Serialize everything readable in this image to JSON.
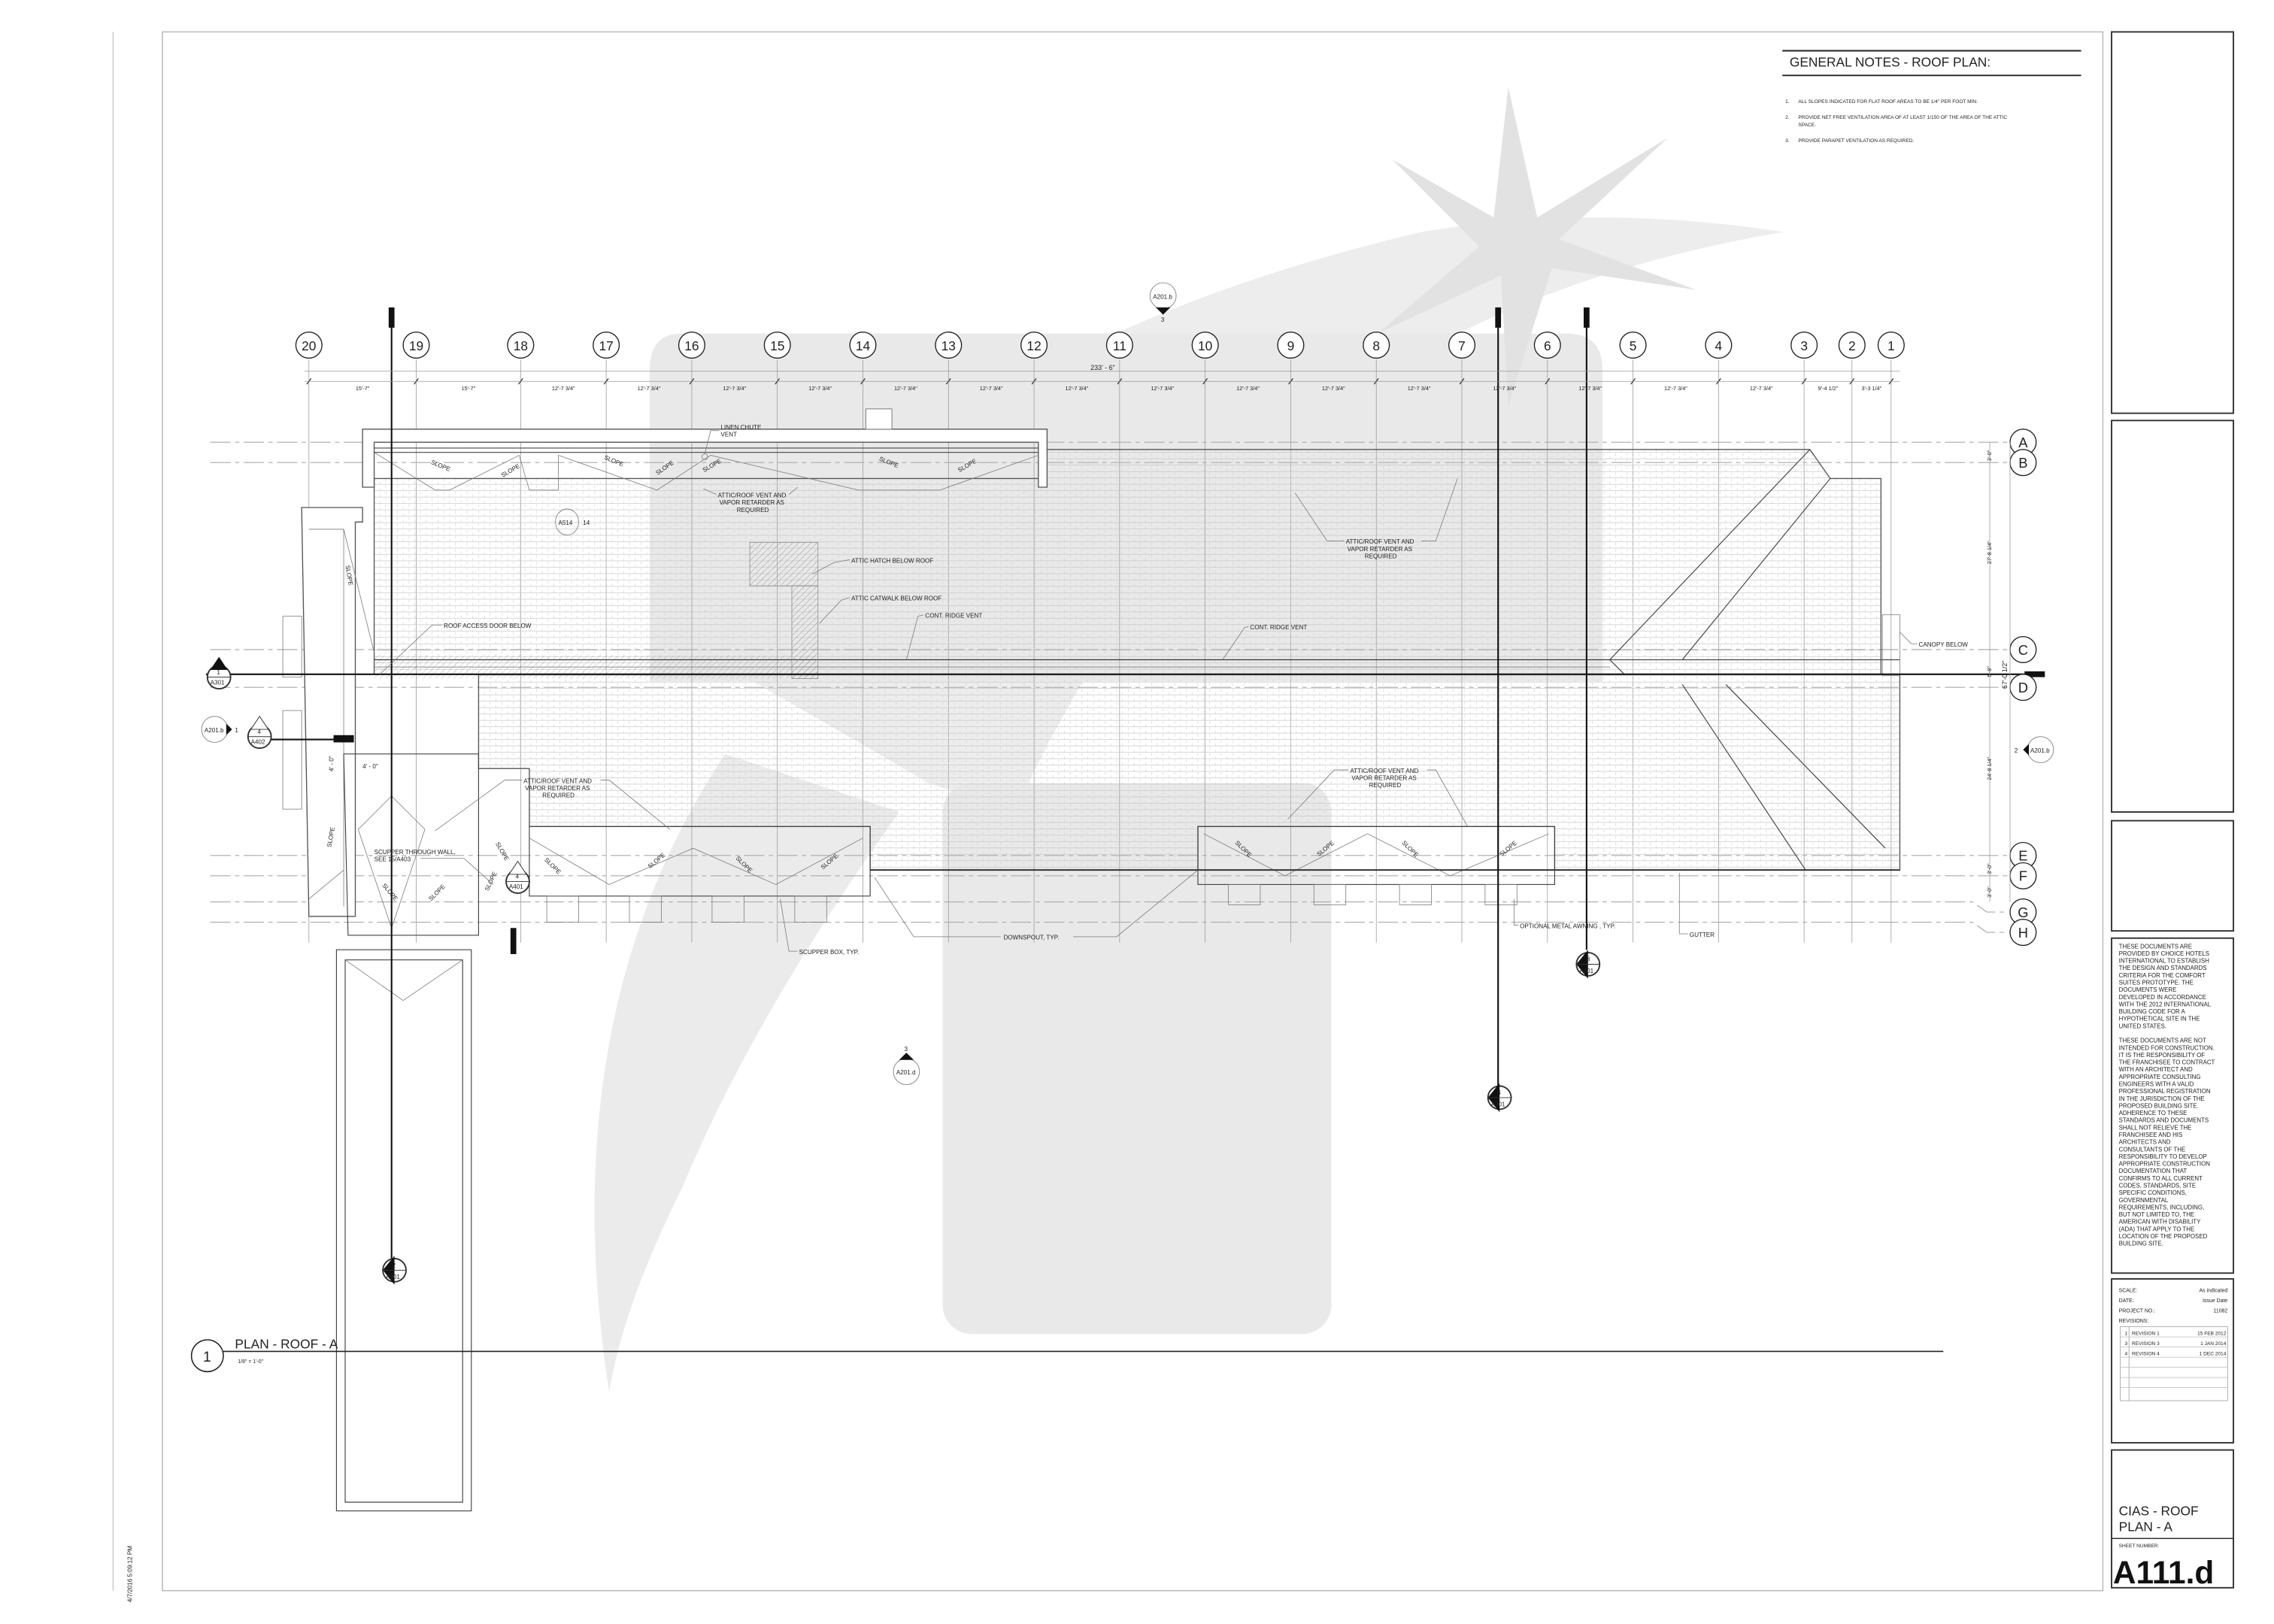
{
  "sheet": {
    "timestamp": "4/7/2016 5:09:12 PM",
    "view_number": "1",
    "view_title": "PLAN - ROOF - A",
    "view_scale": "1/8\" = 1'-0\""
  },
  "general_notes": {
    "title": "GENERAL NOTES - ROOF PLAN:",
    "items": [
      {
        "num": "1.",
        "text": "ALL SLOPES INDICATED FOR FLAT ROOF AREAS TO BE 1/4\" PER FOOT MIN."
      },
      {
        "num": "2.",
        "text": "PROVIDE NET FREE VENTILATION AREA OF AT LEAST 1/150 OF THE AREA OF THE ATTIC",
        "text2": "SPACE."
      },
      {
        "num": "3.",
        "text": "PROVIDE PARAPET VENTILATION AS REQUIRED."
      }
    ]
  },
  "disclaimer": [
    "THESE DOCUMENTS ARE",
    "PROVIDED BY CHOICE HOTELS",
    "INTERNATIONAL TO ESTABLISH",
    "THE DESIGN AND STANDARDS",
    "CRITERIA FOR THE COMFORT",
    "SUITES PROTOTYPE.  THE",
    "DOCUMENTS WERE",
    "DEVELOPED IN ACCORDANCE",
    "WITH THE 2012 INTERNATIONAL",
    "BUILDING CODE FOR A",
    "HYPOTHETICAL SITE IN THE",
    "UNITED STATES.",
    "",
    "THESE DOCUMENTS ARE NOT",
    "INTENDED FOR CONSTRUCTION.",
    "IT IS THE RESPONSIBILITY OF",
    "THE FRANCHISEE TO CONTRACT",
    "WITH AN ARCHITECT AND",
    "APPROPRIATE CONSULTING",
    "ENGINEERS WITH A VALID",
    "PROFESSIONAL REGISTRATION",
    "IN THE JURISDICTION OF THE",
    "PROPOSED BUILDING SITE.",
    "ADHERENCE TO THESE",
    "STANDARDS AND DOCUMENTS",
    "SHALL NOT RELIEVE THE",
    "FRANCHISEE AND HIS",
    "ARCHITECTS AND",
    "CONSULTANTS OF THE",
    "RESPONSIBILITY TO DEVELOP",
    "APPROPRIATE CONSTRUCTION",
    "DOCUMENTATION THAT",
    "CONFIRMS TO ALL CURRENT",
    "CODES, STANDARDS, SITE",
    "SPECIFIC  CONDITIONS,",
    "GOVERNMENTAL",
    "REQUIREMENTS, INCLUDING,",
    "BUT NOT LIMITED TO, THE",
    "AMERICAN WITH DISABILITY",
    "(ADA) THAT APPLY TO THE",
    "LOCATION OF THE PROPOSED",
    "BUILDING SITE."
  ],
  "title_block": {
    "scale_label": "SCALE:",
    "scale_value": "As indicated",
    "date_label": "DATE:",
    "date_value": "Issue Date",
    "project_label": "PROJECT NO.:",
    "project_value": "11082",
    "revisions_label": "REVISIONS:",
    "revisions": [
      {
        "num": "1",
        "name": "REVISION  1",
        "date": "15 FEB 2012"
      },
      {
        "num": "3",
        "name": "REVISION 3",
        "date": "1 JAN 2014"
      },
      {
        "num": "4",
        "name": "REVISION 4",
        "date": "1 DEC 2014"
      }
    ],
    "sheet_title_1": "CIAS - ROOF",
    "sheet_title_2": "PLAN - A",
    "sheet_number_label": "SHEET NUMBER:",
    "sheet_number": "A111.d"
  },
  "grid": {
    "columns": [
      "20",
      "19",
      "18",
      "17",
      "16",
      "15",
      "14",
      "13",
      "12",
      "11",
      "10",
      "9",
      "8",
      "7",
      "6",
      "5",
      "4",
      "3",
      "2",
      "1"
    ],
    "column_dims": [
      "15'-7\"",
      "15'-7\"",
      "12'-7 3/4\"",
      "12'-7 3/4\"",
      "12'-7 3/4\"",
      "12'-7 3/4\"",
      "12'-7 3/4\"",
      "12'-7 3/4\"",
      "12'-7 3/4\"",
      "12'-7 3/4\"",
      "12'-7 3/4\"",
      "12'-7 3/4\"",
      "12'-7 3/4\"",
      "12'-7 3/4\"",
      "12'-7 3/4\"",
      "12'-7 3/4\"",
      "12'-7 3/4\"",
      "9'-4 1/2\"",
      "3'-3 1/4\""
    ],
    "overall_dim": "233' - 6\"",
    "rows": [
      "A",
      "B",
      "C",
      "D",
      "E",
      "F",
      "G",
      "H"
    ],
    "row_dims": [
      "3'-0\"",
      "27'-8 1/4\"",
      "5'-8\"",
      "24'-8 1/4\"",
      "3'-0\"",
      "3'-0\""
    ],
    "row_overall_dim": "67'-0 1/2\""
  },
  "annotations": {
    "linen_chute_1": "LINEN CHUTE",
    "linen_chute_2": "VENT",
    "vent_1": "ATTIC/ROOF VENT AND",
    "vent_2": "VAPOR RETARDER AS",
    "vent_3": "REQUIRED",
    "detail_a514": "A514",
    "detail_14": "14",
    "attic_hatch": "ATTIC HATCH BELOW ROOF",
    "attic_catwalk": "ATTIC CATWALK BELOW ROOF",
    "ridge_vent_1": "CONT. RIDGE VENT",
    "ridge_vent_2": "CONT. RIDGE VENT",
    "roof_access": "ROOF ACCESS DOOR BELOW",
    "canopy": "CANOPY BELOW",
    "scupper_wall_1": "SCUPPER THROUGH WALL,",
    "scupper_wall_2": "SEE 15/A403",
    "scupper_box": "SCUPPER BOX, TYP.",
    "downspout": "DOWNSPOUT, TYP.",
    "awning": "OPTIONAL METAL AWNING , TYP.",
    "gutter": "GUTTER",
    "slope": "SLOPE",
    "dim_4ft": "4' - 0\""
  },
  "section_markers": [
    {
      "num": "1",
      "sheet": "A301"
    },
    {
      "num": "4",
      "sheet": "A402"
    },
    {
      "num": "4",
      "sheet": "A401"
    },
    {
      "num": "3",
      "sheet": "A301"
    },
    {
      "num": "4",
      "sheet": "A301"
    },
    {
      "num": "2",
      "sheet": "A301"
    }
  ],
  "elevation_markers": [
    {
      "num": "3",
      "sheet": "A201.b"
    },
    {
      "num": "1",
      "sheet": "A201.b"
    },
    {
      "num": "2",
      "sheet": "A201.b"
    },
    {
      "num": "3",
      "sheet": "A201.d"
    }
  ]
}
